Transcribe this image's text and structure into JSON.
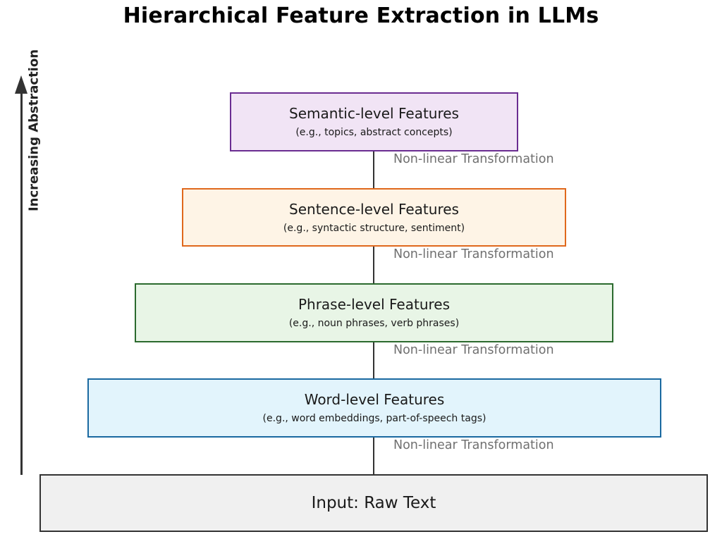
{
  "title": "Hierarchical Feature Extraction in LLMs",
  "axis": {
    "label": "Increasing Abstraction"
  },
  "transform_label": "Non-linear Transformation",
  "levels": [
    {
      "title": "Semantic-level Features",
      "subtitle": "(e.g., topics, abstract concepts)",
      "border": "#6a2c91",
      "fill": "#f1e4f5"
    },
    {
      "title": "Sentence-level Features",
      "subtitle": "(e.g., syntactic structure, sentiment)",
      "border": "#e0681c",
      "fill": "#fef4e6"
    },
    {
      "title": "Phrase-level Features",
      "subtitle": "(e.g., noun phrases, verb phrases)",
      "border": "#2b6a2e",
      "fill": "#e8f5e6"
    },
    {
      "title": "Word-level Features",
      "subtitle": "(e.g., word embeddings, part-of-speech tags)",
      "border": "#1a69a0",
      "fill": "#e2f4fc"
    }
  ],
  "input": {
    "label": "Input: Raw Text",
    "border": "#333333",
    "fill": "#f0f0f0"
  }
}
